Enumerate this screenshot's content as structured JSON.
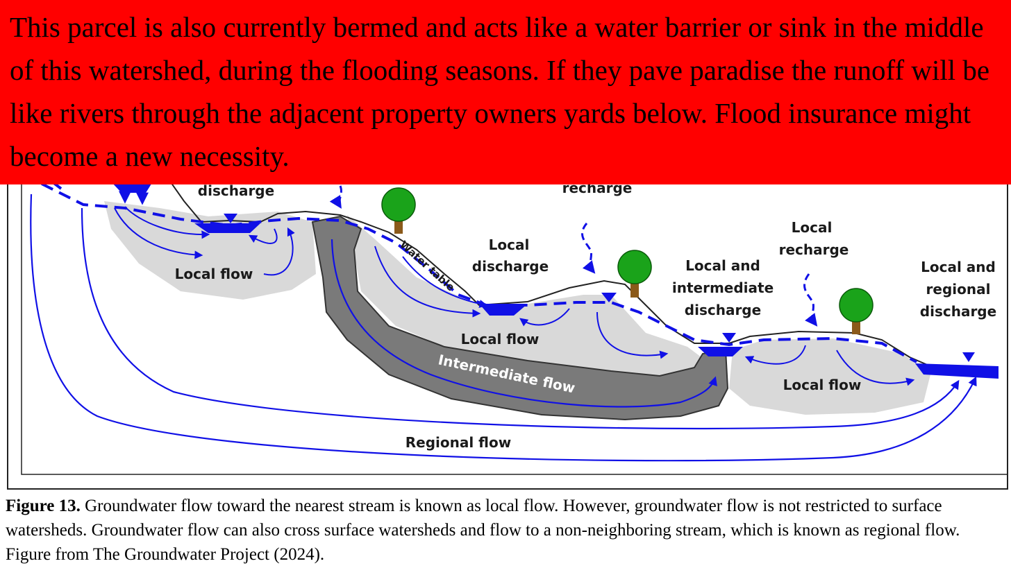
{
  "banner": {
    "text": "This parcel is also currently bermed and acts like a water barrier or sink in the middle of this watershed, during the flooding seasons. If they pave paradise the runoff will be like rivers through the adjacent property owners yards below. Flood insurance might become a new necessity."
  },
  "diagram": {
    "labels": {
      "discharge_top": "discharge",
      "recharge_top": "recharge",
      "local_flow_left": "Local flow",
      "water_table": "Water table",
      "local_discharge_l1": "Local",
      "local_discharge_l2": "discharge",
      "local_recharge_l1": "Local",
      "local_recharge_l2": "recharge",
      "local_intermediate_l1": "Local and",
      "local_intermediate_l2": "intermediate",
      "local_intermediate_l3": "discharge",
      "local_regional_l1": "Local and",
      "local_regional_l2": "regional",
      "local_regional_l3": "discharge",
      "local_flow_mid": "Local flow",
      "intermediate_flow": "Intermediate flow",
      "local_flow_right": "Local flow",
      "regional_flow": "Regional flow"
    },
    "colors": {
      "water": "#1010e6",
      "local_zone": "#d9d9d9",
      "intermediate_zone": "#7a7a7a",
      "tree": "#1aa31a",
      "trunk": "#8b5a1a"
    }
  },
  "caption": {
    "label": "Figure 13.",
    "text": " Groundwater flow toward the nearest stream is known as local flow. However, groundwater flow is not restricted to surface watersheds. Groundwater flow can also cross surface watersheds and flow to a non-neighboring stream, which is known as regional flow. Figure from The Groundwater Project (2024)."
  }
}
